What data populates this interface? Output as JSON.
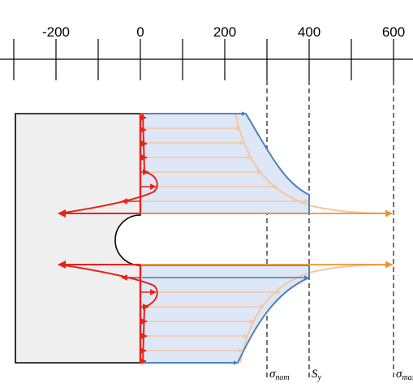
{
  "axis": {
    "ticks": [
      {
        "value": -300,
        "label": ""
      },
      {
        "value": -200,
        "label": "-200"
      },
      {
        "value": -100,
        "label": ""
      },
      {
        "value": 0,
        "label": "0"
      },
      {
        "value": 100,
        "label": ""
      },
      {
        "value": 200,
        "label": "200"
      },
      {
        "value": 300,
        "label": ""
      },
      {
        "value": 400,
        "label": "400"
      },
      {
        "value": 500,
        "label": ""
      },
      {
        "value": 600,
        "label": "600"
      }
    ]
  },
  "reference_lines": [
    {
      "value": 300,
      "symbol": "σ",
      "subscript": "nom"
    },
    {
      "value": 400,
      "symbol": "S",
      "subscript": "y"
    },
    {
      "value": 600,
      "symbol": "σ",
      "subscript": "max"
    }
  ],
  "colors": {
    "plate_fill": "#efefef",
    "plate_edge": "#000000",
    "plastic_fill": "#dde7f5",
    "plastic_edge": "#4a7fb8",
    "residual": "#e8221a",
    "elastic": "#f0922f",
    "elastic_faint": "#f3c7a3"
  }
}
